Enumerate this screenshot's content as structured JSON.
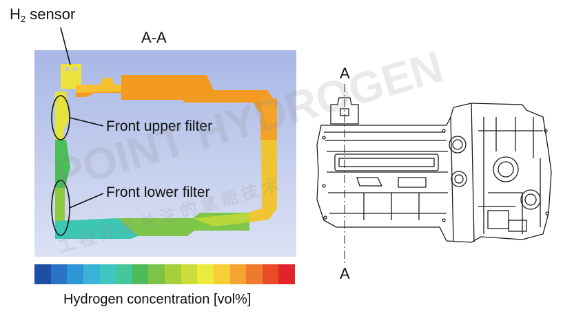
{
  "labels": {
    "h2_sensor_main": "H",
    "h2_sensor_sub": "2",
    "h2_sensor_rest": " sensor",
    "section_title": "A-A",
    "front_upper_filter": "Front upper filter",
    "front_lower_filter": "Front lower filter",
    "section_marker_top": "A",
    "section_marker_bottom": "A",
    "colorbar_caption": "Hydrogen concentration [vol%]"
  },
  "colorbar": {
    "colors": [
      "#1f4fa3",
      "#2a73c6",
      "#2f96d6",
      "#3bb3d9",
      "#3fc6c0",
      "#44c79a",
      "#4dbb5a",
      "#7cc447",
      "#a6cf3a",
      "#cddc3a",
      "#ecea3c",
      "#f6cf37",
      "#f6a531",
      "#ef7a2b",
      "#e94b26",
      "#e0242a"
    ]
  },
  "colors": {
    "background_fluid": "#b9c6ea",
    "yellow": "#f0e03a",
    "orange": "#f39a22",
    "green": "#55c24f"
  },
  "watermark": {
    "main": "POINT HYDROGEN",
    "sub": "工 程 师 都 关 注 的 氢 能 技 术"
  }
}
